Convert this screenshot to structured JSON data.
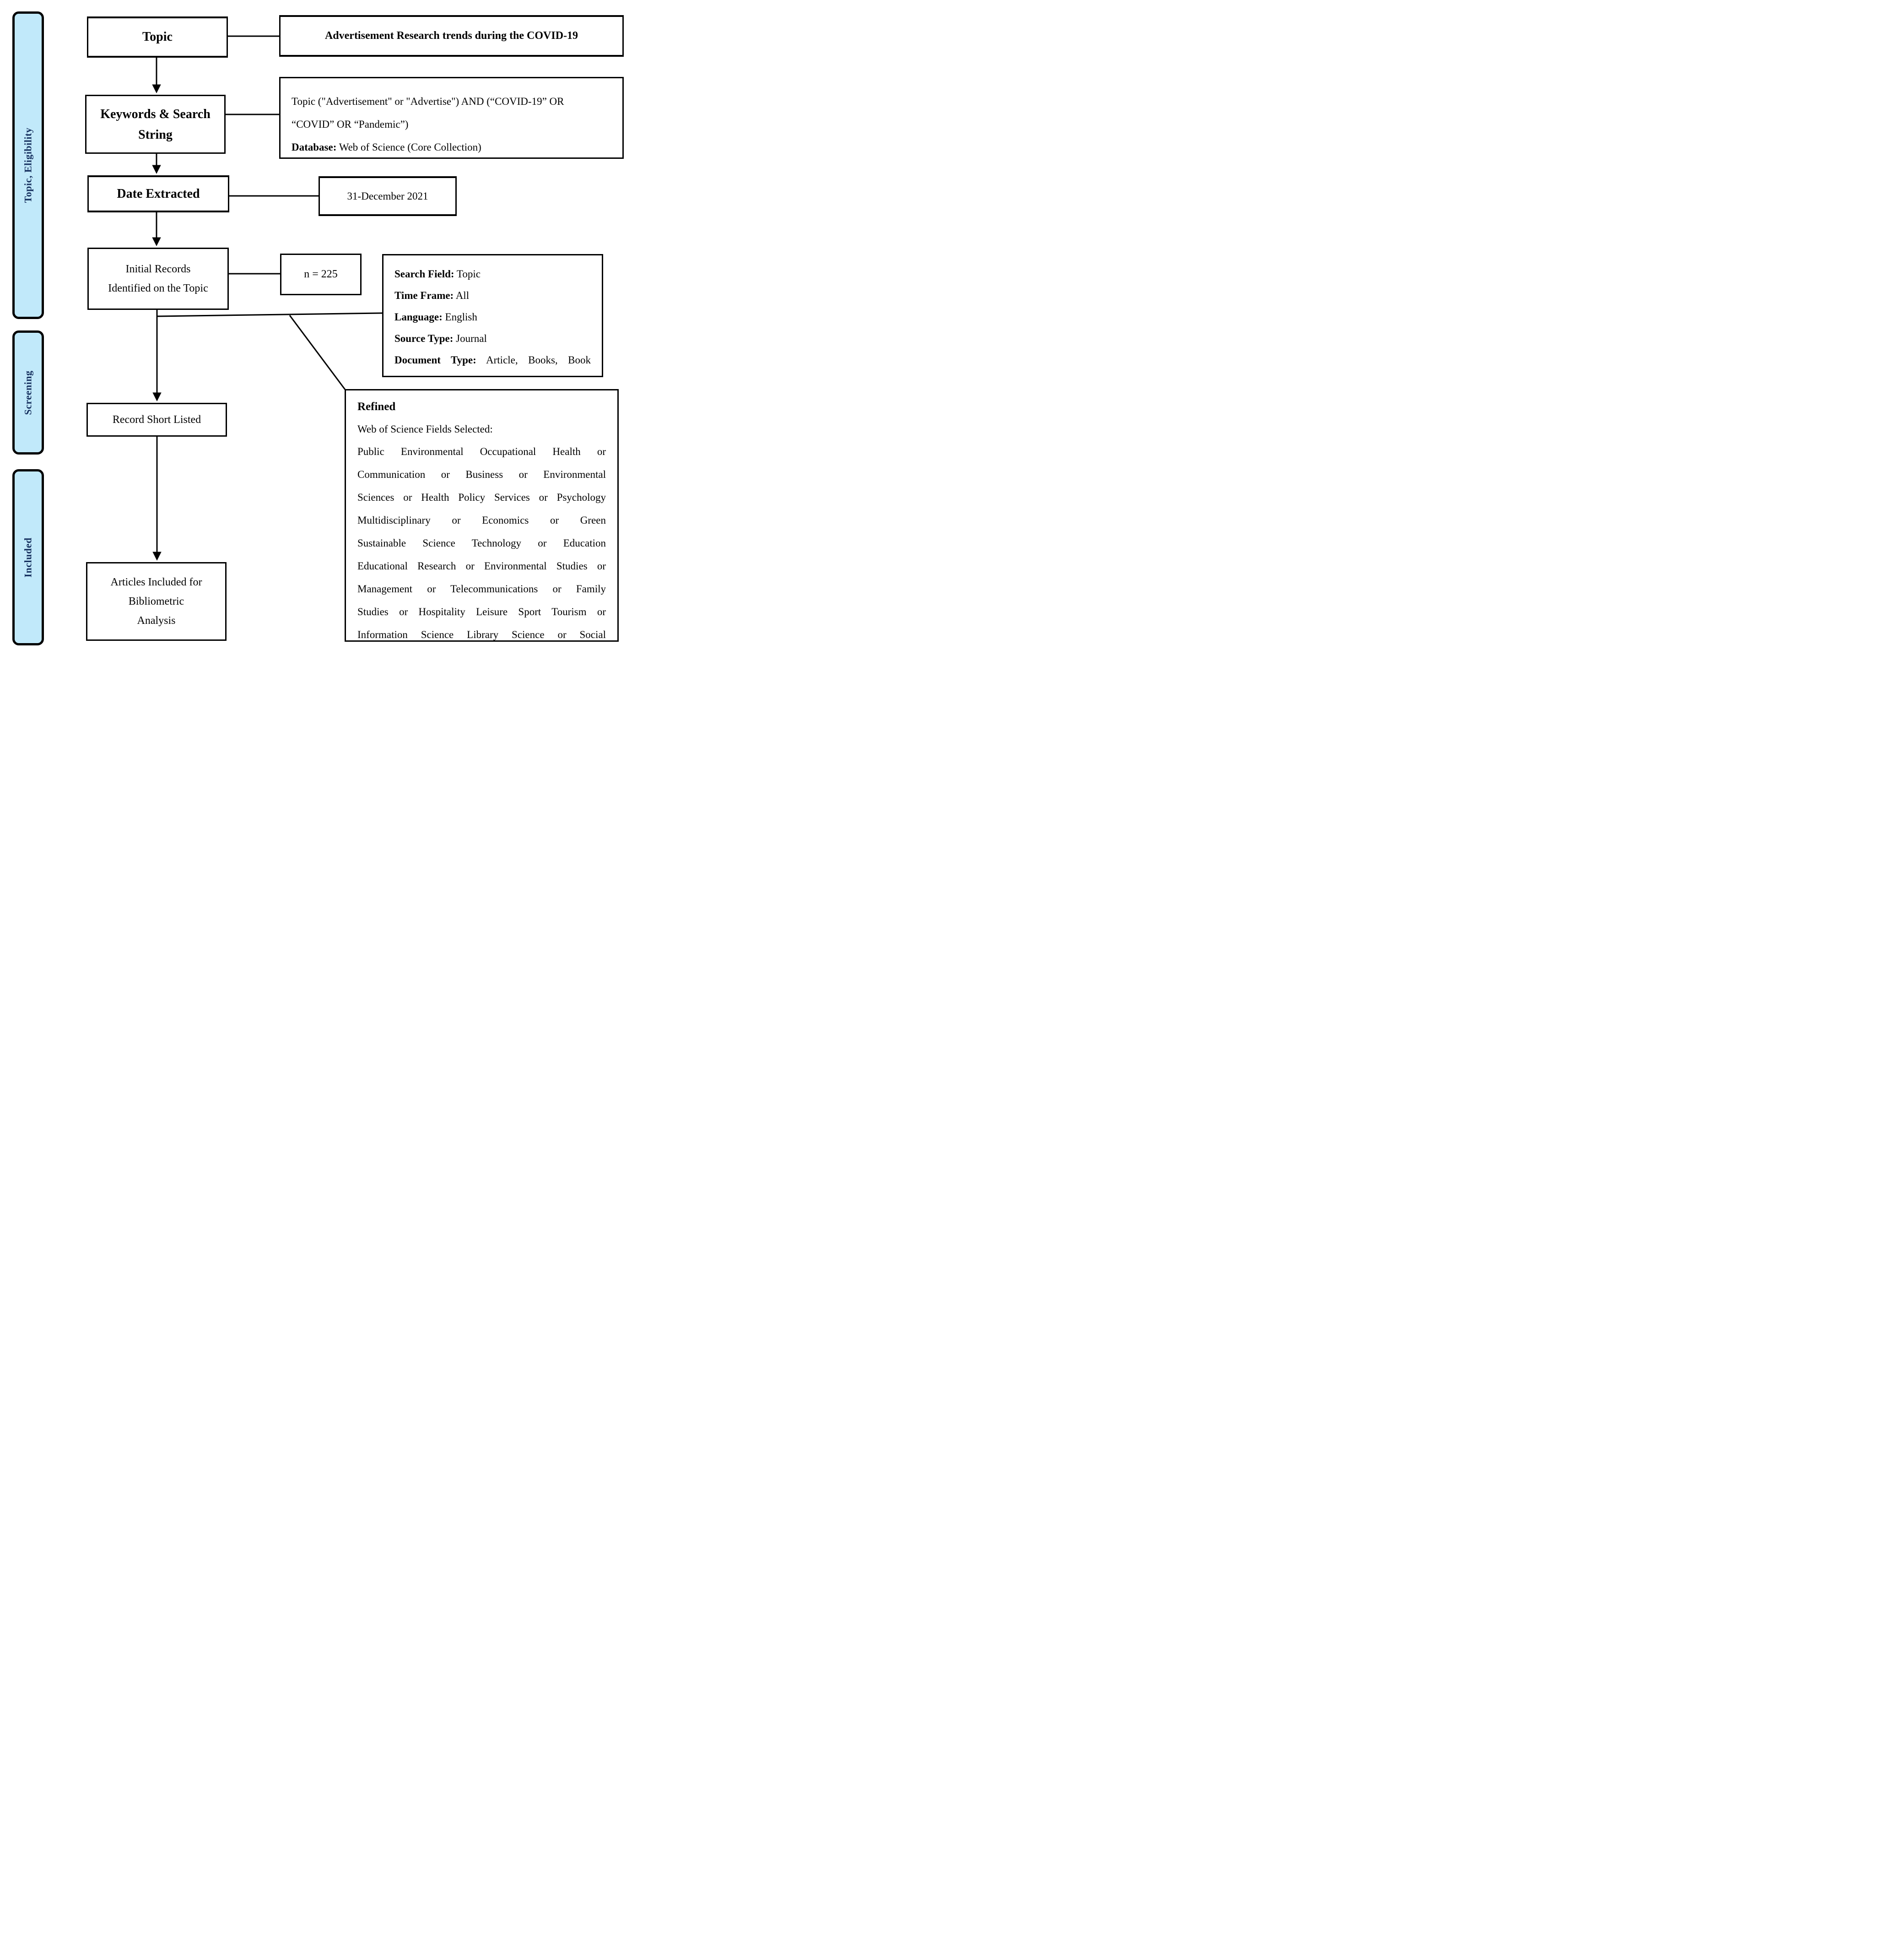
{
  "figure": {
    "accent_fill": "#C1E9FA",
    "accent_text": "#16305F",
    "line_color": "#000000"
  },
  "sidebar": {
    "stages": [
      {
        "label": "Topic, Eligibility"
      },
      {
        "label": "Screening"
      },
      {
        "label": "Included"
      }
    ]
  },
  "flow": {
    "topic": {
      "label": "Topic"
    },
    "keywords": {
      "line1": "Keywords & Search",
      "line2": "String"
    },
    "date": {
      "label": "Date Extracted"
    },
    "initial": {
      "line1": "Initial Records",
      "line2": "Identified on the Topic"
    },
    "shortlisted": {
      "label": "Record Short Listed"
    },
    "articles": {
      "line1": "Articles Included for",
      "line2": "Bibliometric",
      "line3": "Analysis"
    }
  },
  "details": {
    "advertisement": {
      "text": "Advertisement Research trends during the COVID-19"
    },
    "search_string": {
      "line1": "Topic (\"Advertisement\" or \"Advertise\") AND (“COVID-19” OR",
      "line2": "“COVID” OR “Pandemic”)",
      "database_label": "Database:",
      "database_value": " Web of Science (Core Collection)"
    },
    "date_extracted": {
      "value": "31-December 2021"
    },
    "initial_count": {
      "value": "n = 225"
    },
    "search_criteria": {
      "rows": [
        {
          "label": "Search Field:",
          "value": " Topic"
        },
        {
          "label": "Time Frame:",
          "value": " All"
        },
        {
          "label": "Language:",
          "value": " English"
        },
        {
          "label": "Source Type:",
          "value": " Journal"
        },
        {
          "label": "Document Type:",
          "value": " Article, Books, Book"
        }
      ]
    },
    "refined": {
      "title": "Refined",
      "subtitle": "Web of Science Fields Selected:",
      "lines": [
        "Public Environmental Occupational Health or",
        "Communication or Business or Environmental",
        "Sciences or Health Policy Services or Psychology",
        "Multidisciplinary or Economics or Green",
        "Sustainable Science Technology or Education",
        "Educational Research or Environmental Studies or",
        "Management or Telecommunications or Family",
        "Studies or Hospitality Leisure Sport Tourism or",
        "Information Science Library Science or Social"
      ]
    }
  }
}
